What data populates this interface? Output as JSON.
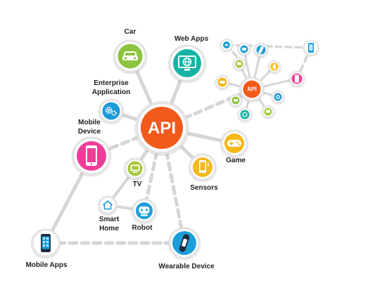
{
  "hub": {
    "label": "API",
    "color": "#f25a1d"
  },
  "nodes": {
    "car": {
      "label": "Car",
      "color": "#8cc43f",
      "icon": "car-icon"
    },
    "web_apps": {
      "label": "Web Apps",
      "color": "#12b3a4",
      "icon": "globe-monitor-icon"
    },
    "enterprise": {
      "label_line1": "Enterprise",
      "label_line2": "Application",
      "color": "#1f9ad8",
      "icon": "gears-icon"
    },
    "mobile_device": {
      "label_line1": "Mobile",
      "label_line2": "Device",
      "color": "#ee3e98",
      "icon": "smartphone-icon"
    },
    "tv": {
      "label": "TV",
      "color": "#a5c73a",
      "icon": "tv-icon"
    },
    "sensors": {
      "label": "Sensors",
      "color": "#f7b81a",
      "icon": "phone-sensor-icon"
    },
    "game": {
      "label": "Game",
      "color": "#f5b817",
      "icon": "gamepad-icon"
    },
    "smart_home": {
      "label_line1": "Smart",
      "label_line2": "Home",
      "color": "#1a9fd8",
      "icon": "house-icon"
    },
    "robot": {
      "label": "Robot",
      "color": "#1a9fd8",
      "icon": "robot-icon"
    },
    "mobile_apps": {
      "label": "Mobile Apps",
      "color": "#1a9fd8",
      "icon": "phone-apps-icon"
    },
    "wearable": {
      "label": "Wearable Device",
      "color": "#1a9fd8",
      "icon": "wristband-icon"
    }
  },
  "mini_hub": {
    "label": "API",
    "color": "#f25a1d"
  },
  "colors": {
    "link": "#d6d6d6",
    "ring": "#e4e4e4"
  }
}
